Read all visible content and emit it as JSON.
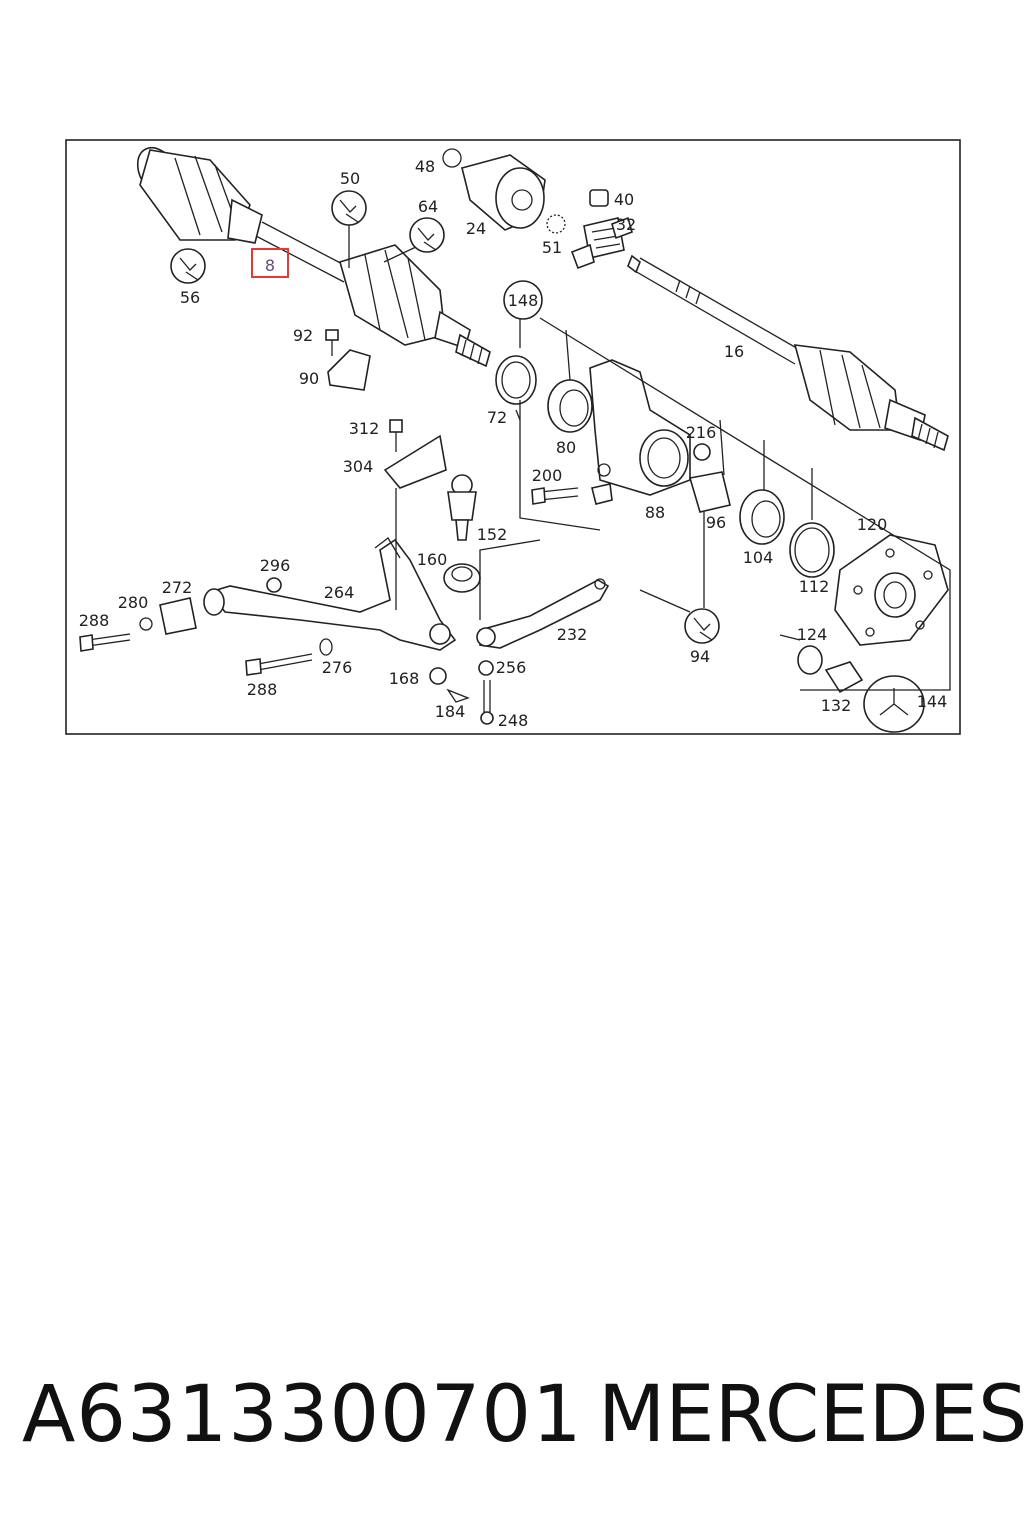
{
  "labels": {
    "l8": "8",
    "l16": "16",
    "l24": "24",
    "l32": "32",
    "l40": "40",
    "l48": "48",
    "l50": "50",
    "l51": "51",
    "l56": "56",
    "l64": "64",
    "l72": "72",
    "l80": "80",
    "l88": "88",
    "l90": "90",
    "l92": "92",
    "l94": "94",
    "l96": "96",
    "l104": "104",
    "l112": "112",
    "l120": "120",
    "l124": "124",
    "l132": "132",
    "l144": "144",
    "l148": "148",
    "l152": "152",
    "l160": "160",
    "l168": "168",
    "l184": "184",
    "l200": "200",
    "l216": "216",
    "l232": "232",
    "l248": "248",
    "l256": "256",
    "l264": "264",
    "l272": "272",
    "l276": "276",
    "l280": "280",
    "l288a": "288",
    "l288b": "288",
    "l296": "296",
    "l304": "304",
    "l312": "312"
  },
  "highlight_color": "#e53935",
  "caption": {
    "part_number": "A6313300701",
    "brand": "MERCEDES"
  }
}
